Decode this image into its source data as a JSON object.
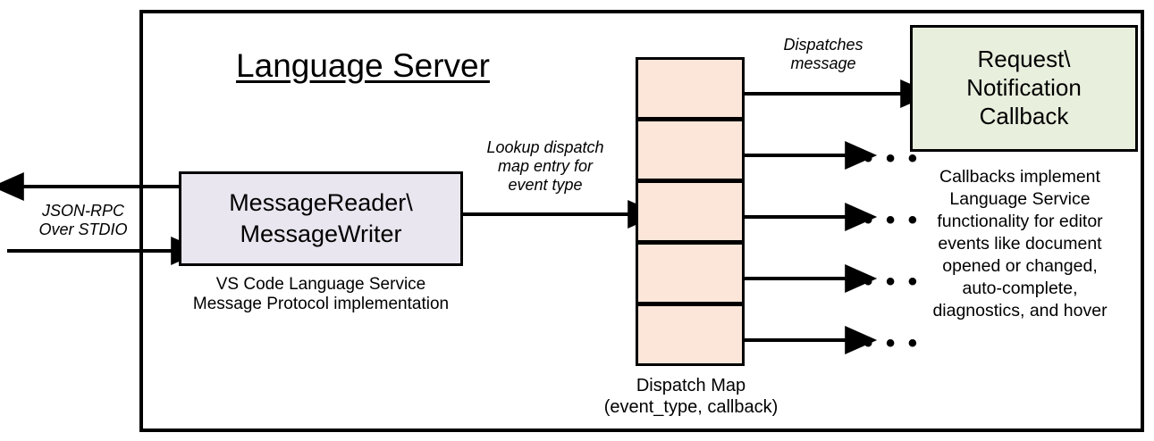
{
  "diagram": {
    "title": "Language Server",
    "outer_border_color": "#000000",
    "background": "#ffffff"
  },
  "external_channel": {
    "label": "JSON-RPC\nOver STDIO",
    "outbound_arrow": "arrow-left-outbound",
    "inbound_arrow": "arrow-right-inbound"
  },
  "message_io": {
    "box_label": "MessageReader\\\nMessageWriter",
    "box_fill": "#e9e6ef",
    "caption": "VS Code Language Service\nMessage Protocol implementation"
  },
  "lookup": {
    "label": "Lookup dispatch\nmap entry for\nevent type"
  },
  "dispatch_map": {
    "caption": "Dispatch Map\n(event_type, callback)",
    "cell_fill": "#fce6d9",
    "cell_count": 5,
    "rows": [
      {
        "index": 1,
        "target": "Request\\Notification Callback",
        "arrow_label": "Dispatches\nmessage",
        "ellipsis": ""
      },
      {
        "index": 2,
        "target": "",
        "arrow_label": "",
        "ellipsis": "• • •"
      },
      {
        "index": 3,
        "target": "",
        "arrow_label": "",
        "ellipsis": "• • •"
      },
      {
        "index": 4,
        "target": "",
        "arrow_label": "",
        "ellipsis": "• • •"
      },
      {
        "index": 5,
        "target": "",
        "arrow_label": "",
        "ellipsis": "• • •"
      }
    ]
  },
  "dispatch_arrow": {
    "label": "Dispatches\nmessage"
  },
  "callback": {
    "box_label": "Request\\\nNotification\nCallback",
    "box_fill": "#e8efdd",
    "caption": "Callbacks implement\nLanguage Service\nfunctionality for editor\nevents like document\nopened or changed,\nauto-complete,\ndiagnostics, and hover"
  }
}
